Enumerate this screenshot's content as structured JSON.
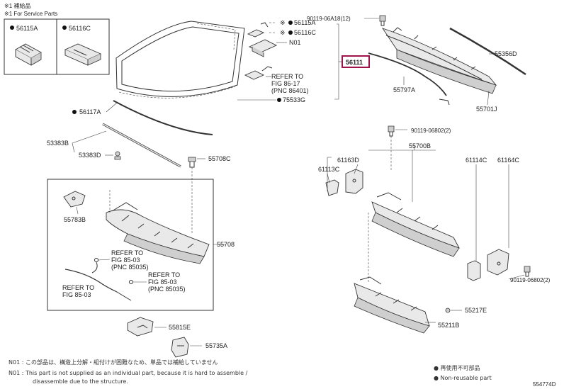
{
  "legend": {
    "line1": "※1 補給品",
    "line2": "※1 For Service Parts",
    "box_labels": [
      "56115A",
      "56116C"
    ]
  },
  "labels": {
    "p90119_06A18": "90119-06A18(12)",
    "p56115A": "56115A",
    "p56116C": "56116C",
    "n01": "N01",
    "p56111": "56111",
    "p55356D": "55356D",
    "refer_86_17_a": "REFER TO",
    "refer_86_17_b": "FIG 86-17",
    "refer_86_17_c": "(PNC 86401)",
    "p75533G": "75533G",
    "p55797A": "55797A",
    "p55701J": "55701J",
    "p56117A": "56117A",
    "p53383B": "53383B",
    "p53383D": "53383D",
    "p55708C": "55708C",
    "p90119_06802_top": "90119-06802(2)",
    "p55700B": "55700B",
    "p61163D": "61163D",
    "p61113C": "61113C",
    "p61114C": "61114C",
    "p61164C": "61164C",
    "p55783B": "55783B",
    "p55708": "55708",
    "refer_85_03_a1": "REFER TO",
    "refer_85_03_a2": "FIG 85-03",
    "refer_85_03_a3": "(PNC 85035)",
    "refer_85_03_b1": "REFER TO",
    "refer_85_03_b2": "FIG 85-03",
    "refer_85_03_b3": "(PNC 85035)",
    "refer_85_03_c1": "REFER TO",
    "refer_85_03_c2": "FIG 85-03",
    "p90119_06802_bot": "90119-06802(2)",
    "p55217E": "55217E",
    "p55211B": "55211B",
    "p55815E": "55815E",
    "p55735A": "55735A"
  },
  "notes": {
    "n01_jp": "N01 : この部品は、構造上分解・組付けが困難なため、単品では補給していません",
    "n01_en_1": "N01 : This part is not supplied as an individual part, because it is hard to assemble / disassemble due to the structure.",
    "n01_en_2": "disassemble due to the structure.",
    "legend_jp": "● 再使用不可部品",
    "legend_en": "● Non-reusable part",
    "figure_no": "554774D"
  },
  "colors": {
    "highlight": "#a0134a",
    "ink": "#222222"
  }
}
